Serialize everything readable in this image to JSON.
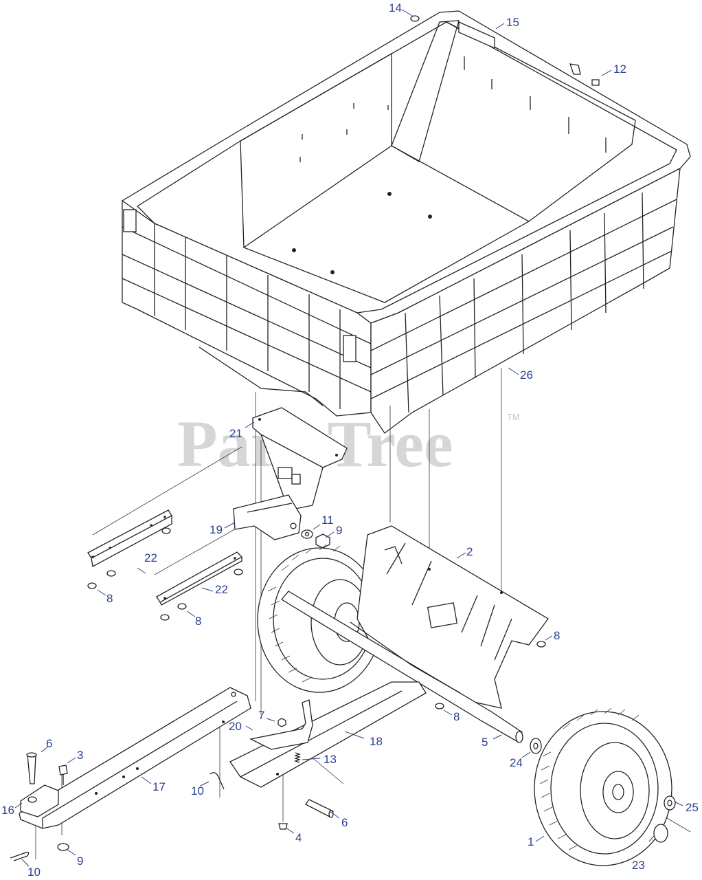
{
  "watermark": {
    "text": "PartsTree",
    "tm": "TM"
  },
  "labels": [
    {
      "id": "l1",
      "text": "1"
    },
    {
      "id": "l2",
      "text": "2"
    },
    {
      "id": "l3",
      "text": "3"
    },
    {
      "id": "l4",
      "text": "4"
    },
    {
      "id": "l5",
      "text": "5"
    },
    {
      "id": "l6a",
      "text": "6"
    },
    {
      "id": "l6b",
      "text": "6"
    },
    {
      "id": "l7",
      "text": "7"
    },
    {
      "id": "l8a",
      "text": "8"
    },
    {
      "id": "l8b",
      "text": "8"
    },
    {
      "id": "l8c",
      "text": "8"
    },
    {
      "id": "l8d",
      "text": "8"
    },
    {
      "id": "l9a",
      "text": "9"
    },
    {
      "id": "l9b",
      "text": "9"
    },
    {
      "id": "l10a",
      "text": "10"
    },
    {
      "id": "l10b",
      "text": "10"
    },
    {
      "id": "l11",
      "text": "11"
    },
    {
      "id": "l12",
      "text": "12"
    },
    {
      "id": "l13",
      "text": "13"
    },
    {
      "id": "l14",
      "text": "14"
    },
    {
      "id": "l15",
      "text": "15"
    },
    {
      "id": "l16",
      "text": "16"
    },
    {
      "id": "l17",
      "text": "17"
    },
    {
      "id": "l18",
      "text": "18"
    },
    {
      "id": "l19",
      "text": "19"
    },
    {
      "id": "l20",
      "text": "20"
    },
    {
      "id": "l21",
      "text": "21"
    },
    {
      "id": "l22a",
      "text": "22"
    },
    {
      "id": "l22b",
      "text": "22"
    },
    {
      "id": "l23",
      "text": "23"
    },
    {
      "id": "l24",
      "text": "24"
    },
    {
      "id": "l25",
      "text": "25"
    },
    {
      "id": "l26",
      "text": "26"
    }
  ],
  "colors": {
    "label": "#2a3f8f",
    "line": "#222222",
    "watermark": "#d6d6d6"
  }
}
